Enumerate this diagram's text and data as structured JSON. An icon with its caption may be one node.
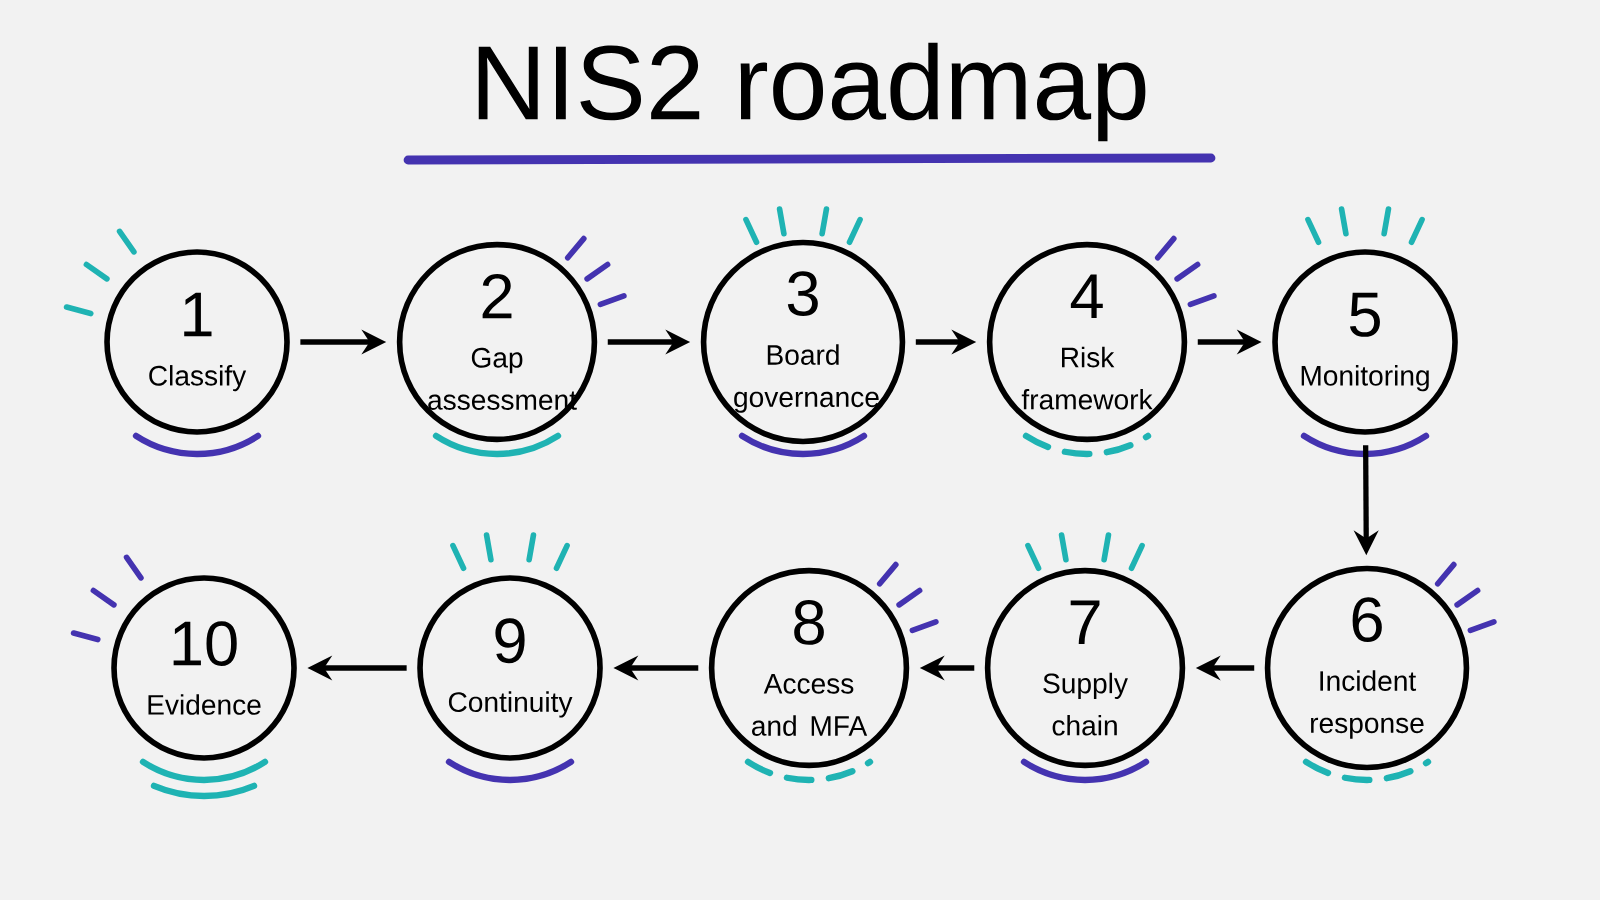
{
  "diagram": {
    "title": "NIS2 roadmap",
    "nodes": [
      {
        "text": [
          "1",
          "Classify"
        ]
      },
      {
        "text": [
          "2",
          "Gap assessment"
        ]
      },
      {
        "text": [
          "3",
          "Board governance"
        ]
      },
      {
        "text": [
          "4",
          "Risk framework"
        ]
      },
      {
        "text": [
          "5",
          "Monitoring"
        ]
      },
      {
        "text": [
          "6",
          "Incident response"
        ]
      },
      {
        "text": [
          "7",
          "Supply chain"
        ]
      },
      {
        "text": [
          "8",
          "Access and MFA"
        ]
      },
      {
        "text": [
          "9",
          "Continuity"
        ]
      },
      {
        "text": [
          "10",
          "Evidence"
        ]
      }
    ],
    "edges": [
      {
        "from": 0,
        "to": 1,
        "arrow": "to"
      },
      {
        "from": 1,
        "to": 2,
        "arrow": "to"
      },
      {
        "from": 2,
        "to": 3,
        "arrow": "to"
      },
      {
        "from": 3,
        "to": 4,
        "arrow": "to"
      },
      {
        "from": 4,
        "to": 5,
        "arrow": "to"
      },
      {
        "from": 5,
        "to": 6,
        "arrow": "to"
      },
      {
        "from": 6,
        "to": 7,
        "arrow": "to"
      },
      {
        "from": 7,
        "to": 8,
        "arrow": "to"
      },
      {
        "from": 8,
        "to": 9,
        "arrow": "to"
      }
    ]
  }
}
